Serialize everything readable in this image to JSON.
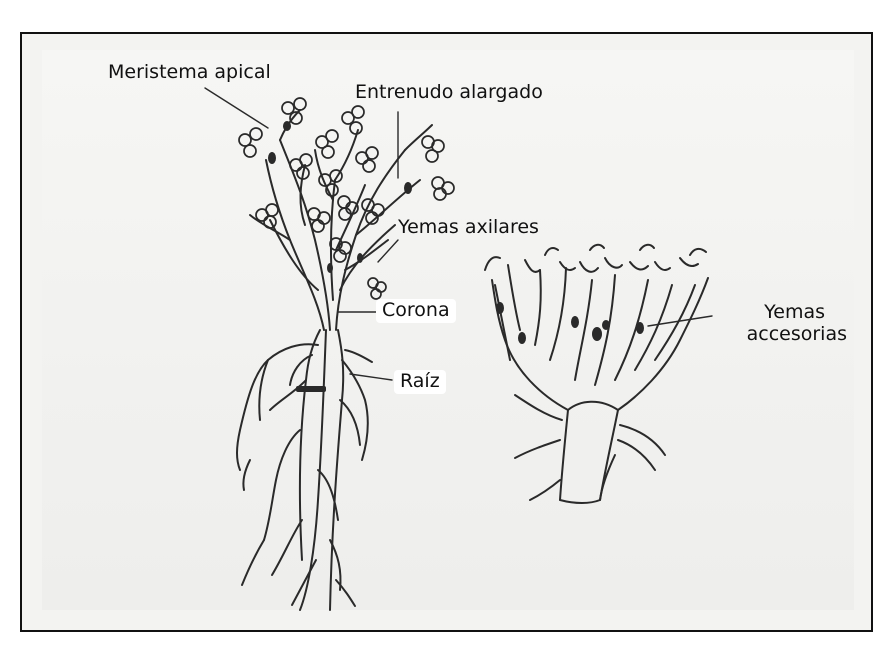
{
  "labels": {
    "meristema_apical": "Meristema apical",
    "entrenudo_alargado": "Entrenudo alargado",
    "yemas_axilares": "Yemas axilares",
    "corona": "Corona",
    "raiz": "Raíz",
    "yemas_accesorias_line1": "Yemas",
    "yemas_accesorias_line2": "accesorias"
  },
  "colors": {
    "ink": "#2a2a2a",
    "paper": "#f3f3f1",
    "frame": "#111111"
  }
}
